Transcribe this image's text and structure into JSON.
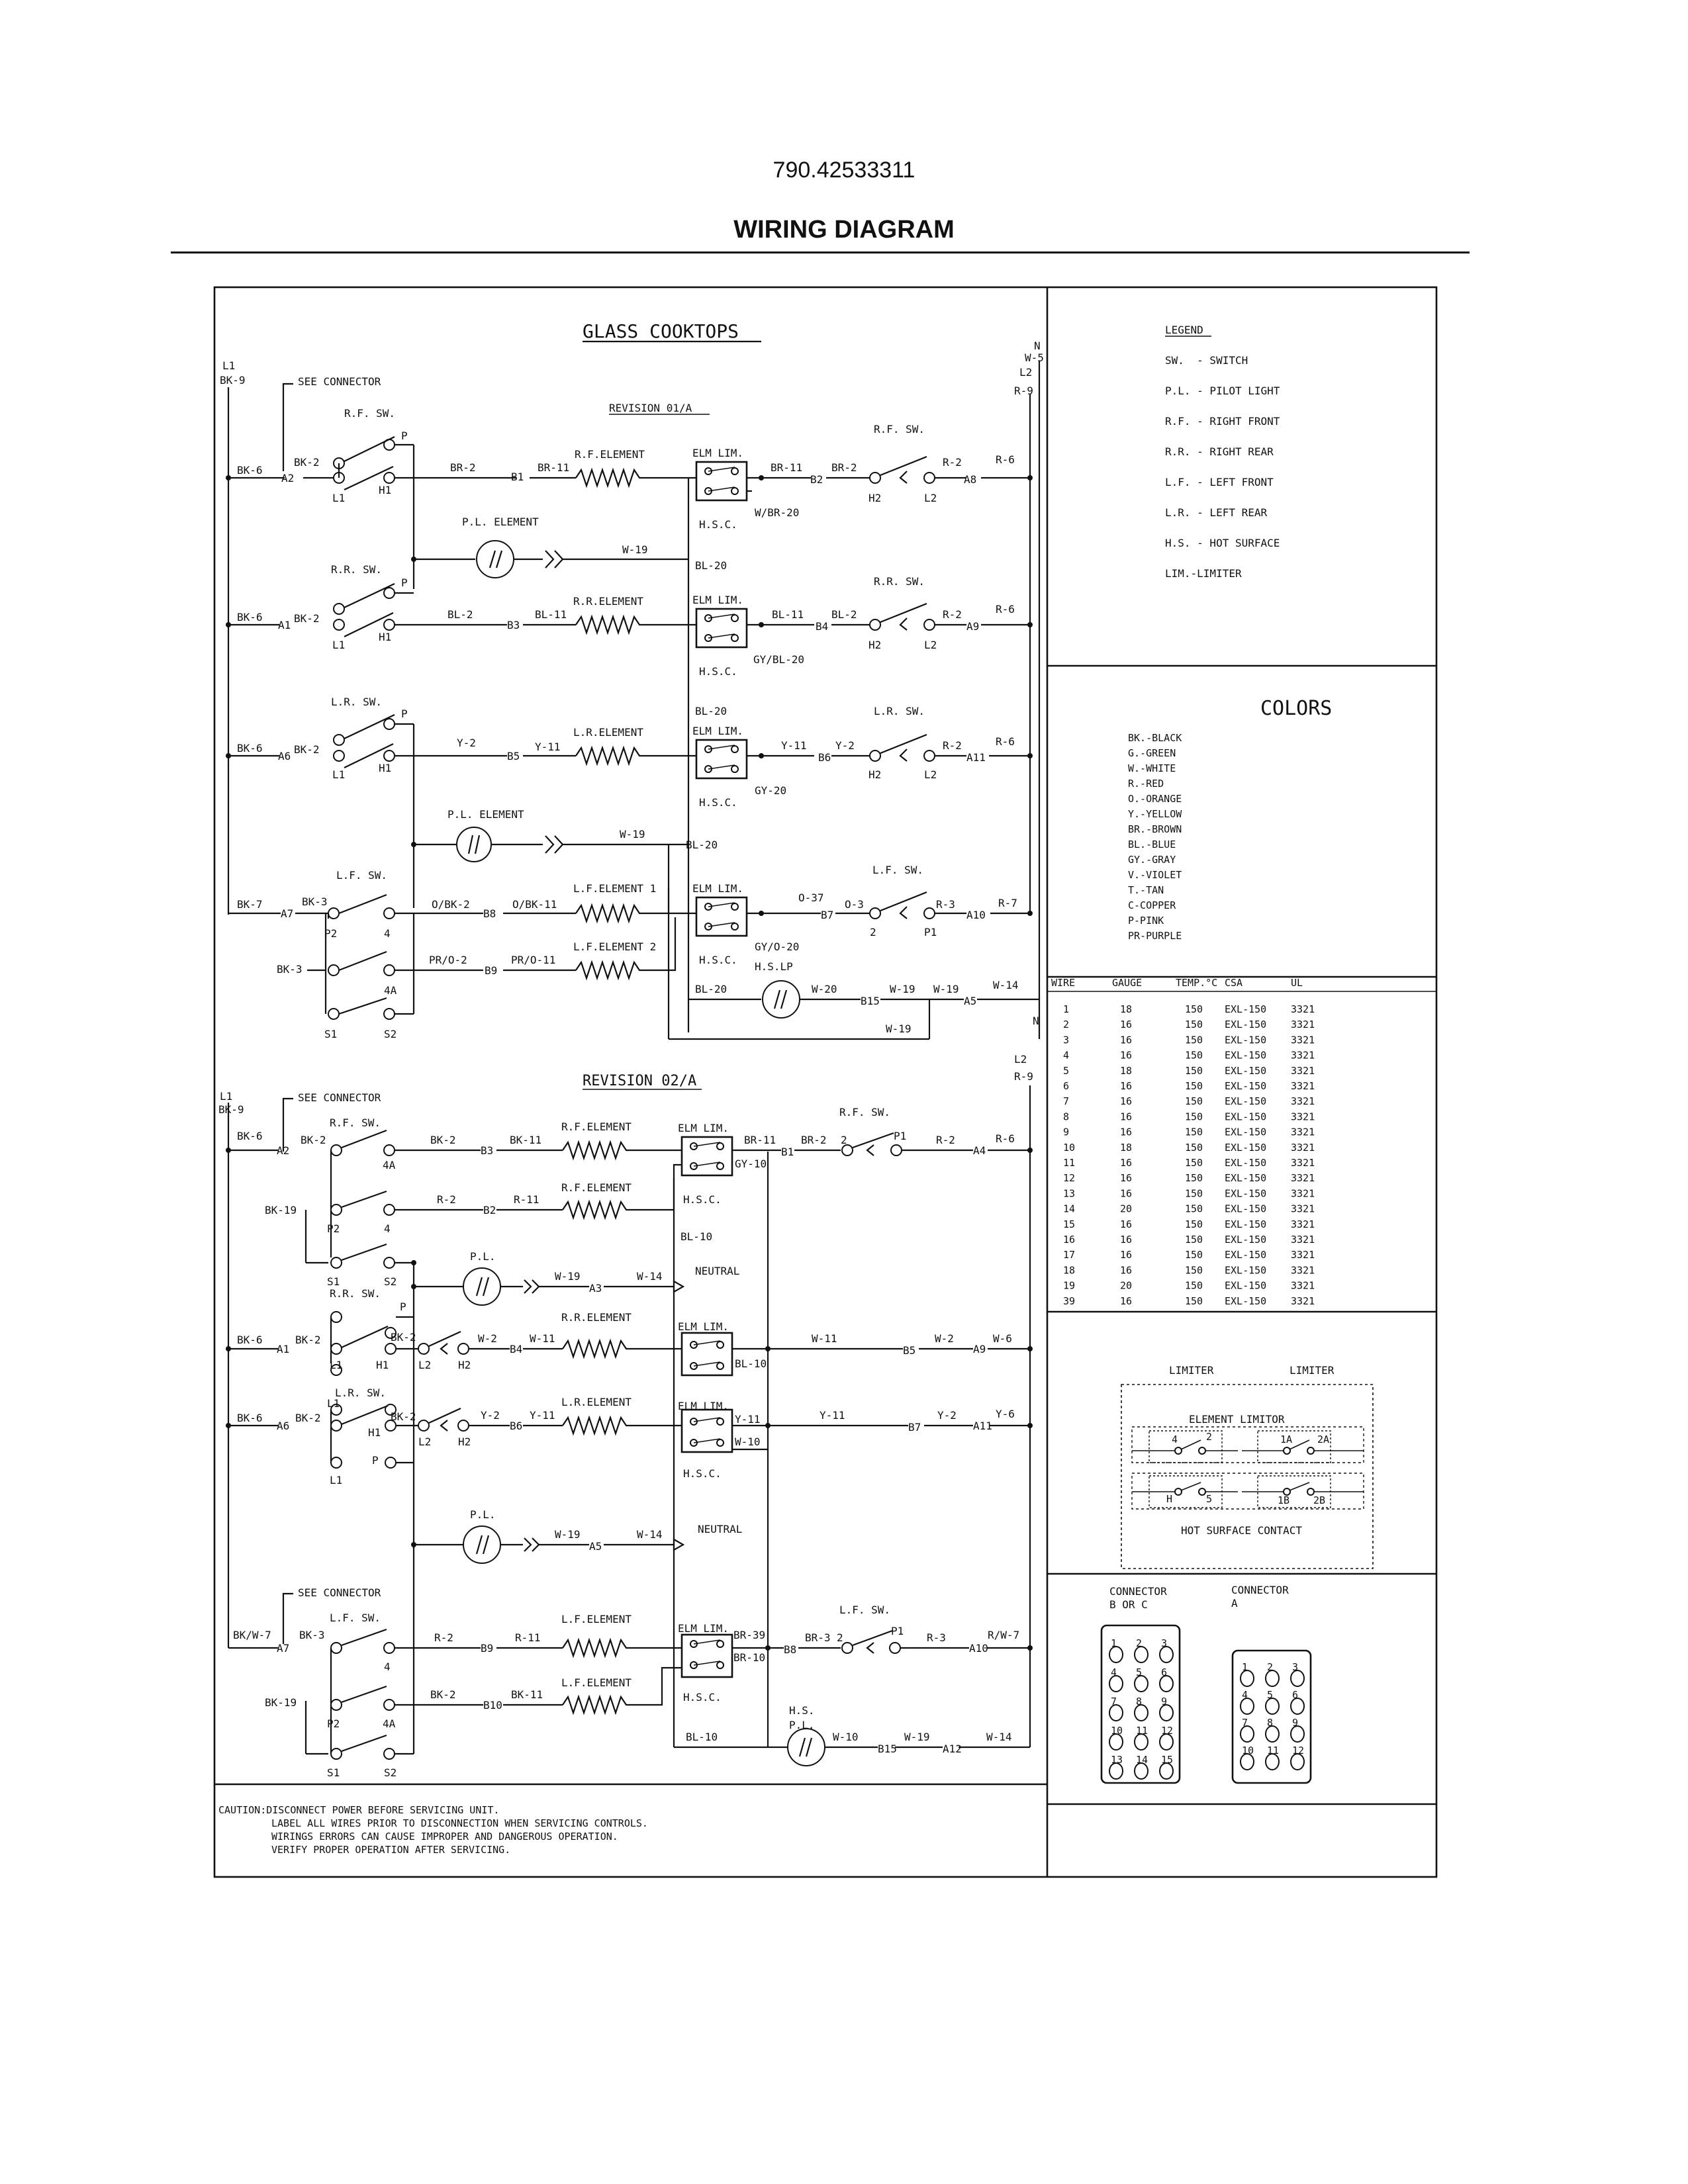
{
  "header": {
    "model_number": "790.42533311",
    "title": "WIRING DIAGRAM"
  },
  "schematic": {
    "title": "GLASS COOKTOPS",
    "rev1": {
      "label": "REVISION 01/A",
      "see_connector": "SEE CONNECTOR",
      "line_labels": {
        "l1": "L1",
        "bk9": "BK-9",
        "n": "N",
        "w5": "W-5",
        "l2": "L2",
        "r9": "R-9"
      },
      "rows": [
        {
          "feed": "BK-6",
          "conn": "A2",
          "switch": "R.F. SW.",
          "wire_a": "BK-2",
          "wire_b": "BR-2",
          "pin": "B1",
          "wire_c": "BR-11",
          "element": "R.F.ELEMENT",
          "limiter": "ELM LIM.",
          "hsc": "H.S.C.",
          "out_wire": "BR-11",
          "out_pin": "B2",
          "sw2_wire": "BR-2",
          "sw2": "R.F. SW.",
          "ret_wire": "R-2",
          "ret_pin": "A8",
          "line_wire": "R-6",
          "hsc_wire": "W/BR-20"
        },
        {
          "feed": "BK-6",
          "conn": "A1",
          "switch": "R.R. SW.",
          "wire_a": "BK-2",
          "wire_b": "BL-2",
          "pin": "B3",
          "wire_c": "BL-11",
          "element": "R.R.ELEMENT",
          "limiter": "ELM LIM.",
          "hsc": "H.S.C.",
          "out_wire": "BL-11",
          "out_pin": "B4",
          "sw2_wire": "BL-2",
          "sw2": "R.R. SW.",
          "ret_wire": "R-2",
          "ret_pin": "A9",
          "line_wire": "R-6",
          "hsc_wire": "GY/BL-20"
        },
        {
          "feed": "BK-6",
          "conn": "A6",
          "switch": "L.R. SW.",
          "wire_a": "BK-2",
          "wire_b": "Y-2",
          "pin": "B5",
          "wire_c": "Y-11",
          "element": "L.R.ELEMENT",
          "limiter": "ELM LIM.",
          "hsc": "H.S.C.",
          "out_wire": "Y-11",
          "out_pin": "B6",
          "sw2_wire": "Y-2",
          "sw2": "L.R. SW.",
          "ret_wire": "R-2",
          "ret_pin": "A11",
          "line_wire": "R-6",
          "hsc_wire": "GY-20"
        }
      ],
      "pl_element": "P.L. ELEMENT",
      "w19": "W-19",
      "bl20": "BL-20",
      "lf": {
        "feed": "BK-7",
        "conn": "A7",
        "switch": "L.F. SW.",
        "bk3": "BK-3",
        "p2": "P2",
        "four": "4",
        "fourA": "4A",
        "s1": "S1",
        "s2": "S2",
        "wire_1": "O/BK-2",
        "pin_1": "B8",
        "wire_1b": "O/BK-11",
        "element_1": "L.F.ELEMENT 1",
        "wire_2": "PR/O-2",
        "pin_2": "B9",
        "wire_2b": "PR/O-11",
        "element_2": "L.F.ELEMENT 2",
        "limiter": "ELM LIM.",
        "hsc": "H.S.C.",
        "out_wire": "O-37",
        "out_pin": "B7",
        "sw2_wire": "O-3",
        "sw2": "L.F. SW.",
        "ret_wire": "R-3",
        "ret_pin": "A10",
        "line_wire": "R-7",
        "hsc_wire": "GY/O-20",
        "hslp": "H.S.LP",
        "hslp_in": "BL-20",
        "hslp_out": "W-20",
        "hslp_pin": "B15",
        "w19a": "W-19",
        "w19b": "W-19",
        "w14": "W-14",
        "a5": "A5",
        "w19c": "W-19",
        "two": "2",
        "p1": "P1"
      }
    },
    "rev2": {
      "label": "REVISION 02/A",
      "see_connector": "SEE CONNECTOR",
      "l1": "L1",
      "bk9": "BK-9",
      "l2": "L2",
      "r9": "R-9",
      "rf": {
        "feed": "BK-6",
        "conn": "A2",
        "switch": "R.F. SW.",
        "bk2": "BK-2",
        "wire_a": "BK-2",
        "pin_a": "B3",
        "wire_b": "BK-11",
        "element_a": "R.F.ELEMENT",
        "wire_c": "R-2",
        "pin_c": "B2",
        "wire_d": "R-11",
        "element_b": "R.F.ELEMENT",
        "bk19": "BK-19",
        "p2": "P2",
        "four": "4",
        "fourA": "4A",
        "s1": "S1",
        "s2": "S2",
        "limiter": "ELM LIM.",
        "hsc": "H.S.C.",
        "out_wire": "BR-11",
        "gy10": "GY-10",
        "out_pin": "B1",
        "sw2_wire": "BR-2",
        "sw2": "R.F. SW.",
        "p1": "P1",
        "two": "2",
        "ret_wire": "R-2",
        "ret_pin": "A4",
        "line_wire": "R-6",
        "bl10": "BL-10"
      },
      "pl1": {
        "label": "P.L.",
        "w19": "W-19",
        "pin": "A3",
        "w14": "W-14",
        "neutral": "NEUTRAL"
      },
      "rr": {
        "feed": "BK-6",
        "conn": "A1",
        "switch": "R.R. SW.",
        "bk2": "BK-2",
        "l1": "L1",
        "h1": "H1",
        "l2": "L2",
        "h2": "H2",
        "p": "P",
        "bk2b": "BK-2",
        "w2": "W-2",
        "pin": "B4",
        "w11": "W-11",
        "element": "R.R.ELEMENT",
        "limiter": "ELM LIM.",
        "bl10": "BL-10",
        "w11b": "W-11",
        "pin_b": "B5",
        "w2b": "W-2",
        "ret_pin": "A9",
        "line_wire": "W-6"
      },
      "lr": {
        "feed": "BK-6",
        "conn": "A6",
        "switch": "L.R. SW.",
        "bk2": "BK-2",
        "l1": "L1",
        "h1": "H1",
        "l2": "L2",
        "h2": "H2",
        "p": "P",
        "bk2b": "BK-2",
        "y2": "Y-2",
        "pin": "B6",
        "y11": "Y-11",
        "element": "L.R.ELEMENT",
        "limiter": "ELM LIM.",
        "hsc": "H.S.C.",
        "y11b": "Y-11",
        "w10": "W-10",
        "y11c": "Y-11",
        "pin_b": "B7",
        "y2b": "Y-2",
        "ret_pin": "A11",
        "line_wire": "Y-6"
      },
      "pl2": {
        "label": "P.L.",
        "w19": "W-19",
        "pin": "A5",
        "w14": "W-14",
        "neutral": "NEUTRAL"
      },
      "lf": {
        "see_connector": "SEE CONNECTOR",
        "feed": "BK/W-7",
        "conn": "A7",
        "switch": "L.F. SW.",
        "bk3": "BK-3",
        "r2": "R-2",
        "pin_a": "B9",
        "r11": "R-11",
        "element_a": "L.F.ELEMENT",
        "bk19": "BK-19",
        "p2": "P2",
        "four": "4",
        "fourA": "4A",
        "s1": "S1",
        "s2": "S2",
        "bk2": "BK-2",
        "pin_b": "B10",
        "bk11": "BK-11",
        "element_b": "L.F.ELEMENT",
        "limiter": "ELM LIM.",
        "hsc": "H.S.C.",
        "br39": "BR-39",
        "br10": "BR-10",
        "out_pin": "B8",
        "sw2_wire": "BR-3",
        "sw2": "L.F. SW.",
        "two": "2",
        "p1": "P1",
        "ret_wire": "R-3",
        "ret_pin": "A10",
        "line_wire": "R/W-7",
        "hspl": "H.S.",
        "hspl2": "P.L.",
        "bl10": "BL-10",
        "w10": "W-10",
        "pin_c": "B15",
        "w19": "W-19",
        "pin_d": "A12",
        "w14": "W-14"
      }
    },
    "caution": [
      "CAUTION:DISCONNECT POWER BEFORE SERVICING UNIT.",
      "LABEL ALL WIRES PRIOR TO DISCONNECTION WHEN SERVICING CONTROLS.",
      "WIRINGS ERRORS CAN CAUSE IMPROPER AND DANGEROUS OPERATION.",
      "VERIFY PROPER OPERATION AFTER SERVICING."
    ]
  },
  "legend": {
    "title": "LEGEND",
    "items": [
      "SW.  - SWITCH",
      "P.L. - PILOT LIGHT",
      "R.F. - RIGHT FRONT",
      "R.R. - RIGHT REAR",
      "L.F. - LEFT FRONT",
      "L.R. - LEFT REAR",
      "H.S. - HOT SURFACE",
      "LIM.-LIMITER"
    ]
  },
  "colors": {
    "title": "COLORS",
    "items": [
      "BK.-BLACK",
      "G.-GREEN",
      "W.-WHITE",
      "R.-RED",
      "O.-ORANGE",
      "Y.-YELLOW",
      "BR.-BROWN",
      "BL.-BLUE",
      "GY.-GRAY",
      "V.-VIOLET",
      "T.-TAN",
      "C-COPPER",
      "P-PINK",
      "PR-PURPLE"
    ]
  },
  "wire_table": {
    "headers": [
      "WIRE",
      "GAUGE",
      "TEMP.°C",
      "CSA",
      "UL"
    ],
    "rows": [
      [
        "1",
        "18",
        "150",
        "EXL-150",
        "3321"
      ],
      [
        "2",
        "16",
        "150",
        "EXL-150",
        "3321"
      ],
      [
        "3",
        "16",
        "150",
        "EXL-150",
        "3321"
      ],
      [
        "4",
        "16",
        "150",
        "EXL-150",
        "3321"
      ],
      [
        "5",
        "18",
        "150",
        "EXL-150",
        "3321"
      ],
      [
        "6",
        "16",
        "150",
        "EXL-150",
        "3321"
      ],
      [
        "7",
        "16",
        "150",
        "EXL-150",
        "3321"
      ],
      [
        "8",
        "16",
        "150",
        "EXL-150",
        "3321"
      ],
      [
        "9",
        "16",
        "150",
        "EXL-150",
        "3321"
      ],
      [
        "10",
        "18",
        "150",
        "EXL-150",
        "3321"
      ],
      [
        "11",
        "16",
        "150",
        "EXL-150",
        "3321"
      ],
      [
        "12",
        "16",
        "150",
        "EXL-150",
        "3321"
      ],
      [
        "13",
        "16",
        "150",
        "EXL-150",
        "3321"
      ],
      [
        "14",
        "20",
        "150",
        "EXL-150",
        "3321"
      ],
      [
        "15",
        "16",
        "150",
        "EXL-150",
        "3321"
      ],
      [
        "16",
        "16",
        "150",
        "EXL-150",
        "3321"
      ],
      [
        "17",
        "16",
        "150",
        "EXL-150",
        "3321"
      ],
      [
        "18",
        "16",
        "150",
        "EXL-150",
        "3321"
      ],
      [
        "19",
        "20",
        "150",
        "EXL-150",
        "3321"
      ],
      [
        "39",
        "16",
        "150",
        "EXL-150",
        "3321"
      ]
    ]
  },
  "limiter": {
    "label_left": "LIMITER",
    "label_right": "LIMITER",
    "element_limitor": "ELEMENT LIMITOR",
    "hot_surface": "HOT SURFACE CONTACT",
    "l_pins": [
      "4",
      "2",
      "H",
      "5"
    ],
    "r_pins": [
      "1A",
      "2A",
      "1B",
      "2B"
    ]
  },
  "connectors": {
    "bc_label_1": "CONNECTOR",
    "bc_label_2": "B OR C",
    "a_label_1": "CONNECTOR",
    "a_label_2": "A",
    "bc_pins": [
      "1",
      "2",
      "3",
      "4",
      "5",
      "6",
      "7",
      "8",
      "9",
      "10",
      "11",
      "12",
      "13",
      "14",
      "15"
    ],
    "a_pins": [
      "1",
      "2",
      "3",
      "4",
      "5",
      "6",
      "7",
      "8",
      "9",
      "10",
      "11",
      "12"
    ]
  }
}
